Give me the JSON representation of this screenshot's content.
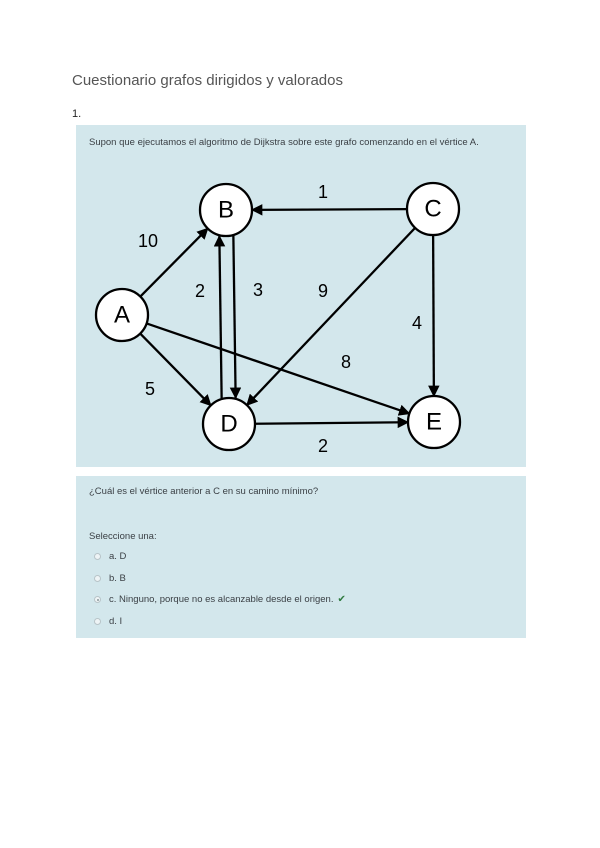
{
  "document": {
    "title": "Cuestionario grafos dirigidos y valorados",
    "question_number": "1."
  },
  "question": {
    "prompt": "Supon que ejecutamos el algoritmo de Dijkstra sobre este grafo comenzando en el vértice A.",
    "sub_question": "¿Cuál es el vértice anterior a C en su camino mínimo?",
    "select_label": "Seleccione una:",
    "options": [
      {
        "label": "a. D",
        "selected": false
      },
      {
        "label": "b. B",
        "selected": false
      },
      {
        "label": "c.  Ninguno, porque no es alcanzable desde el origen.",
        "selected": true,
        "correct": true
      },
      {
        "label": "d. I",
        "selected": false
      }
    ],
    "correct_icon": "check-icon"
  },
  "graph": {
    "nodes": [
      "A",
      "B",
      "C",
      "D",
      "E"
    ],
    "edges": [
      {
        "from": "A",
        "to": "B",
        "weight": "10"
      },
      {
        "from": "A",
        "to": "D",
        "weight": "5"
      },
      {
        "from": "A",
        "to": "E",
        "weight": "8"
      },
      {
        "from": "B",
        "to": "D",
        "weight": "2"
      },
      {
        "from": "D",
        "to": "B",
        "weight": "3"
      },
      {
        "from": "C",
        "to": "B",
        "weight": "1"
      },
      {
        "from": "C",
        "to": "D",
        "weight": "9"
      },
      {
        "from": "C",
        "to": "E",
        "weight": "4"
      },
      {
        "from": "D",
        "to": "E",
        "weight": "2"
      }
    ]
  }
}
